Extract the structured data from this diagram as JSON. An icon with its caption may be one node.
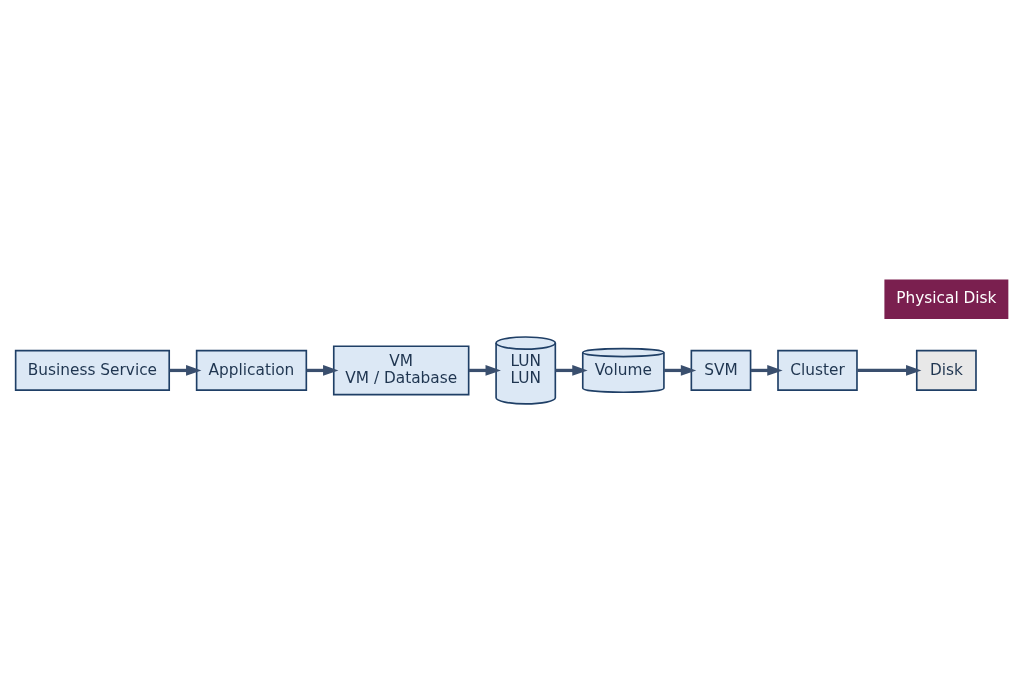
{
  "diagram": {
    "nodes": [
      {
        "text": [
          "Business Service"
        ]
      },
      {
        "text": [
          "Application"
        ]
      },
      {
        "text": [
          "VM",
          "VM / Database"
        ]
      },
      {
        "text": [
          "LUN",
          "LUN"
        ]
      },
      {
        "text": [
          "Volume"
        ]
      },
      {
        "text": [
          "SVM"
        ]
      },
      {
        "text": [
          "Cluster"
        ]
      },
      {
        "text": [
          "Disk"
        ]
      }
    ],
    "edges": [
      {
        "from": 0,
        "to": 1,
        "arrow": "to"
      },
      {
        "from": 1,
        "to": 2,
        "arrow": "to"
      },
      {
        "from": 2,
        "to": 3,
        "arrow": "to"
      },
      {
        "from": 3,
        "to": 4,
        "arrow": "to"
      },
      {
        "from": 4,
        "to": 5,
        "arrow": "to"
      },
      {
        "from": 5,
        "to": 6,
        "arrow": "to"
      },
      {
        "from": 6,
        "to": 7,
        "arrow": "to"
      }
    ],
    "labels": [
      "Physical Disk"
    ]
  }
}
